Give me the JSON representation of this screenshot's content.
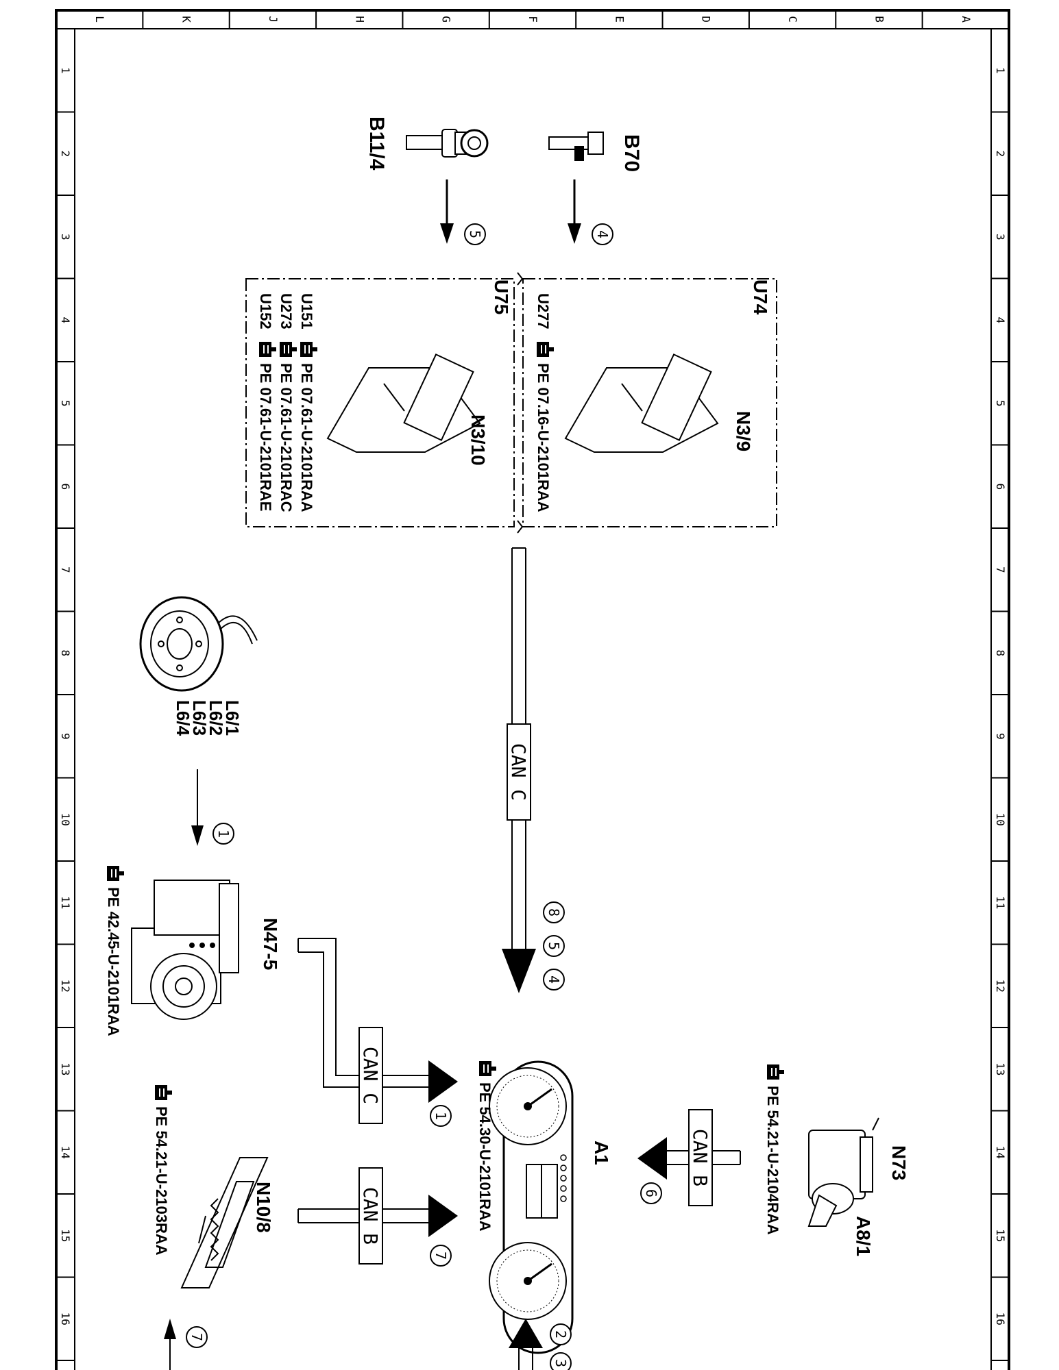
{
  "frame": {
    "column_letters": [
      "L",
      "K",
      "J",
      "H",
      "G",
      "F",
      "E",
      "D",
      "C",
      "B",
      "A"
    ],
    "row_numbers": [
      "1",
      "2",
      "3",
      "4",
      "5",
      "6",
      "7",
      "8",
      "9",
      "10",
      "11",
      "12",
      "13",
      "14",
      "15",
      "16"
    ]
  },
  "components": {
    "b11_4": "B11/4",
    "b70": "B70",
    "n3_9": "N3/9",
    "n3_10": "N3/10",
    "l6": [
      "L6/1",
      "L6/2",
      "L6/3",
      "L6/4"
    ],
    "n47_5": "N47-5",
    "n10_8": "N10/8",
    "a1": "A1",
    "n73": "N73",
    "a8_1": "A8/1"
  },
  "groups": {
    "u74": {
      "title": "U74",
      "lines": [
        {
          "code": "U277",
          "ref": "PE  07.16-U-2101RAA"
        }
      ]
    },
    "u75": {
      "title": "U75",
      "lines": [
        {
          "code": "U151",
          "ref": "PE  07.61-U-2101RAA"
        },
        {
          "code": "U273",
          "ref": "PE  07.61-U-2101RAC"
        },
        {
          "code": "U152",
          "ref": "PE  07.61-U-2101RAE"
        }
      ]
    }
  },
  "references": {
    "n47_5": "PE  42.45-U-2101RAA",
    "a1": "PE  54.30-U-2101RAA",
    "n73": "PE  54.21-U-2104RAA",
    "n10_8": "PE  54.21-U-2103RAA"
  },
  "bus_labels": {
    "can_c_main": "CAN C",
    "can_c_n47": "CAN C",
    "can_b_n73": "CAN B",
    "can_b_n10": "CAN B"
  },
  "signals": {
    "b70": "4",
    "b11_4": "5",
    "l6": "1",
    "bus_main": [
      "8",
      "5",
      "4"
    ],
    "can_c_n47": "1",
    "can_b_n73": "6",
    "can_b_n10": "7",
    "bottom_left": "7",
    "bottom_right": [
      "2",
      "3"
    ]
  },
  "icons": {
    "reference_marker": "pointing-hand-icon"
  }
}
